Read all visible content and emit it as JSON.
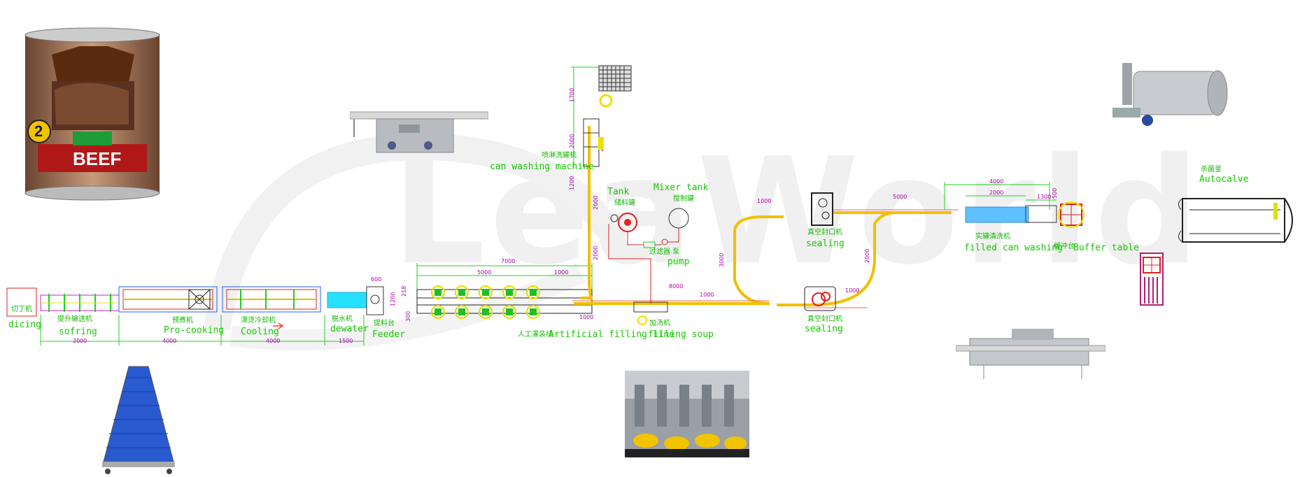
{
  "watermark": "LeaWorld",
  "product": {
    "can_label": "BEEF",
    "can_number": "2"
  },
  "stations": {
    "dicing": {
      "cn": "切丁机",
      "en": "dicing"
    },
    "sofring": {
      "cn": "提升输送机",
      "en": "sofring"
    },
    "precooking": {
      "cn": "预煮机",
      "en": "Pro-cooking"
    },
    "cooling": {
      "cn": "漂烫冷却机",
      "en": "Cooling"
    },
    "dewater": {
      "cn": "脱水机",
      "en": "dewater"
    },
    "feeder": {
      "cn": "提料台",
      "en": "Feeder"
    },
    "filling_line": {
      "cn": "人工灌装线",
      "en": "Artificial filling line"
    },
    "filling_soup": {
      "cn": "加汤机",
      "en": "filling soup"
    },
    "can_washing": {
      "cn": "喷淋洗罐机",
      "en": "can washing machine"
    },
    "tank": {
      "cn": "储料罐",
      "en": "Tank"
    },
    "mixer": {
      "cn": "搅制罐",
      "en": "Mixer tank"
    },
    "pump": {
      "cn": "过滤器 泵",
      "en": "pump"
    },
    "sealing_top": {
      "cn": "真空封口机",
      "en": "sealing"
    },
    "sealing_bottom": {
      "cn": "真空封口机",
      "en": "sealing"
    },
    "filled_can_washing": {
      "cn": "实罐清洗机",
      "en": "filled can washing"
    },
    "buffer_table": {
      "cn": "缓冲台",
      "en": "Buffer table"
    },
    "autoclave": {
      "cn": "杀菌釜",
      "en": "Autocalve"
    }
  },
  "dimensions": {
    "d2000a": "2000",
    "d4000a": "4000",
    "d4000b": "4000",
    "d1500": "1500",
    "d600": "600",
    "d1200a": "1200",
    "d218": "218",
    "d300": "300",
    "d7000": "7000",
    "d5000a": "5000",
    "d1000a": "1000",
    "d1000b": "1000",
    "d8000": "8000",
    "d1000c": "1000",
    "d2000b": "2000",
    "d2000c": "2000",
    "d1700": "1700",
    "d2000d": "2000",
    "d1200b": "1200",
    "d3000": "3000",
    "d1000d": "1000",
    "d5000b": "5000",
    "d4000c": "4000",
    "d2000e": "2000",
    "d1300": "1300",
    "d1000e": "1000",
    "d2000f": "2000",
    "d500": "500"
  }
}
